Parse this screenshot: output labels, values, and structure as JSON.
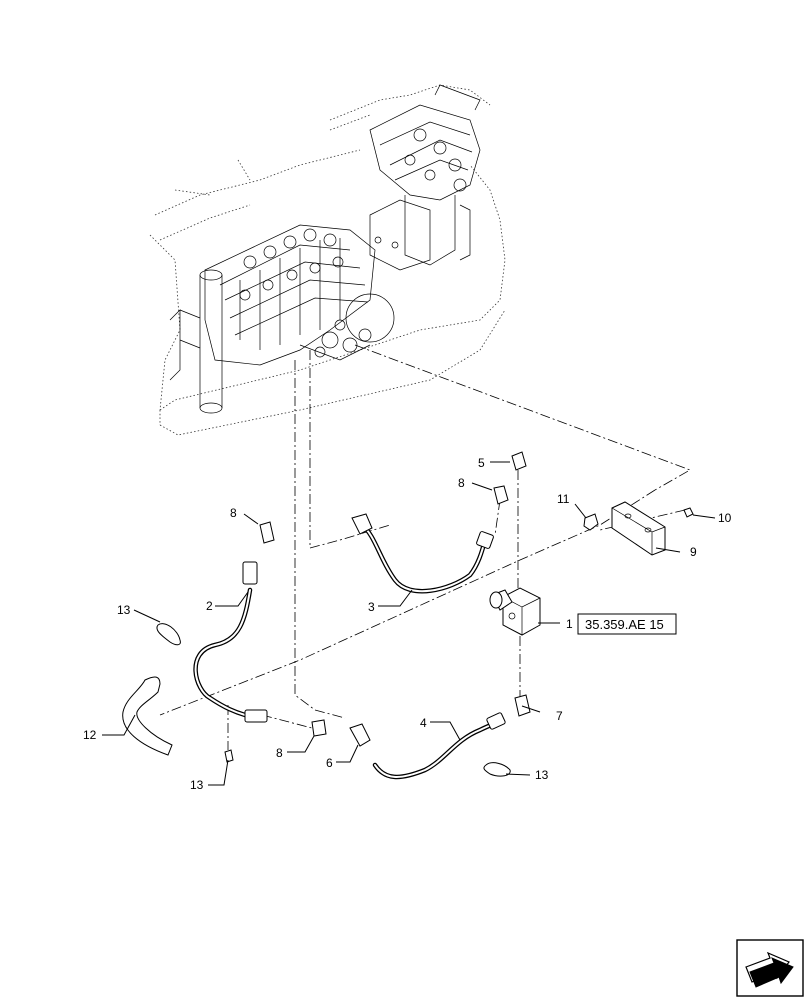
{
  "callouts": {
    "c1": "1",
    "c2": "2",
    "c3": "3",
    "c4": "4",
    "c5": "5",
    "c6": "6",
    "c7": "7",
    "c8a": "8",
    "c8b": "8",
    "c8c": "8",
    "c9": "9",
    "c10": "10",
    "c11": "11",
    "c12": "12",
    "c13a": "13",
    "c13b": "13",
    "c13c": "13"
  },
  "reference": {
    "label": "35.359.AE 15"
  },
  "icons": {
    "nav": "next-page-arrow-icon"
  }
}
